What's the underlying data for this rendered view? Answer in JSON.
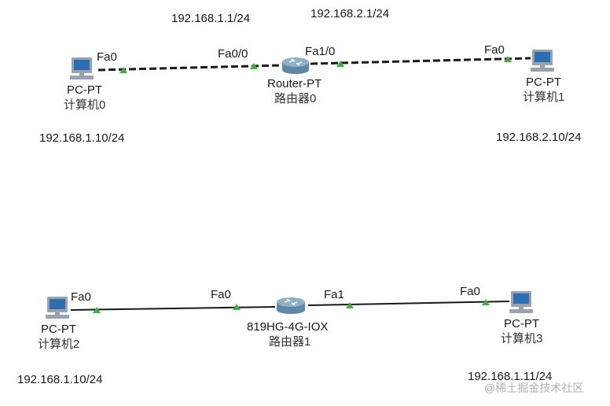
{
  "colors": {
    "link": "#1a1a1a",
    "port_up": "#3cb043",
    "pc_screen": "#2b6fb0",
    "pc_body": "#9aa3ad",
    "router_top": "#8fb0c8",
    "router_side": "#5f87a6"
  },
  "top": {
    "ip_router_fa00": "192.168.1.1/24",
    "ip_router_fa10": "192.168.2.1/24",
    "ip_pc0": "192.168.1.10/24",
    "ip_pc1": "192.168.2.10/24",
    "pc0": {
      "type": "PC-PT",
      "name": "计算机0",
      "port": "Fa0",
      "icon": "pc-icon"
    },
    "pc1": {
      "type": "PC-PT",
      "name": "计算机1",
      "port": "Fa0",
      "icon": "pc-icon"
    },
    "router": {
      "type": "Router-PT",
      "name": "路由器0",
      "port_left": "Fa0/0",
      "port_right": "Fa1/0",
      "icon": "router-icon"
    }
  },
  "bottom": {
    "ip_pc2": "192.168.1.10/24",
    "ip_pc3": "192.168.1.11/24",
    "pc2": {
      "type": "PC-PT",
      "name": "计算机2",
      "port": "Fa0",
      "icon": "pc-icon"
    },
    "pc3": {
      "type": "PC-PT",
      "name": "计算机3",
      "port": "Fa0",
      "icon": "pc-icon"
    },
    "router": {
      "type": "819HG-4G-IOX",
      "name": "路由器1",
      "port_left": "Fa0",
      "port_right": "Fa1",
      "icon": "router-icon"
    }
  },
  "watermark": "@稀土掘金技术社区"
}
